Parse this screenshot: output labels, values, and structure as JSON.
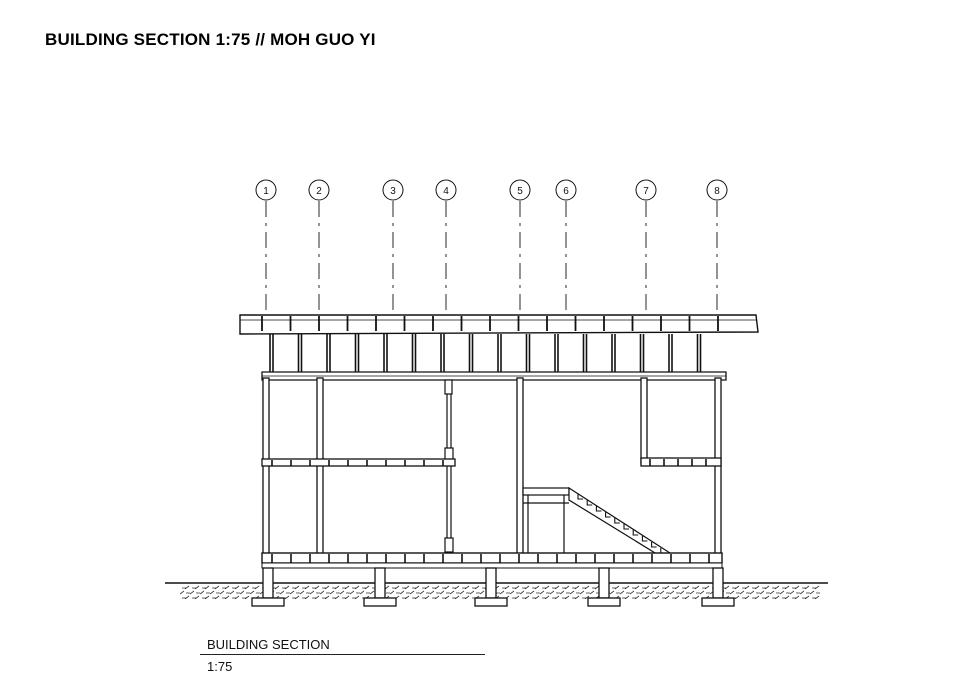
{
  "page": {
    "title": "BUILDING SECTION 1:75 // MOH GUO YI"
  },
  "caption": {
    "title": "BUILDING SECTION",
    "scale": "1:75"
  },
  "grid": {
    "labels": [
      "1",
      "2",
      "3",
      "4",
      "5",
      "6",
      "7",
      "8"
    ]
  },
  "colors": {
    "ink": "#111111",
    "paper": "#ffffff"
  }
}
